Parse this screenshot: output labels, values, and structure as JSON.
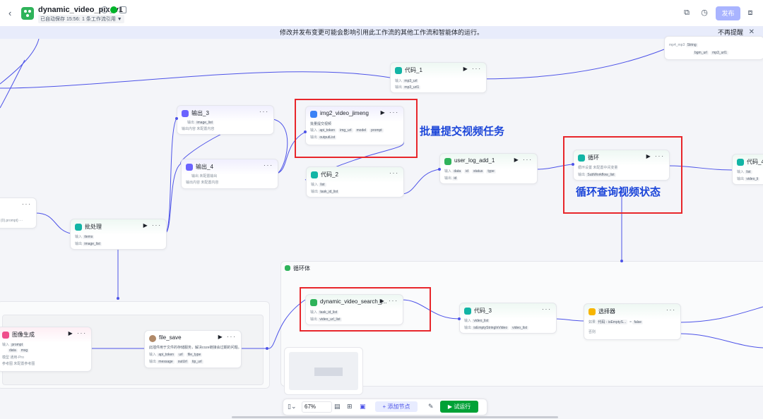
{
  "header": {
    "back_icon": "chevron-left-icon",
    "title": "dynamic_video_pix_v1",
    "saved_text": "已自动保存 15:56:16",
    "ref_text": "1 条工作流引用 ▼",
    "publish_label": "发布"
  },
  "banner": {
    "text": "修改并发布变更可能会影响引用此工作流的其他工作流和智能体的运行。",
    "dismiss": "不再提醒",
    "close": "✕"
  },
  "nodes": {
    "topright": {
      "r1a": "mp4_mp3",
      "r1b": "String",
      "r2a": "bgm_url",
      "r2b": "mp3_url1"
    },
    "code1": {
      "title": "代码_1",
      "in_label": "输入",
      "in1": "mp3_url",
      "out_label": "输出",
      "out1": "mp3_url1"
    },
    "output3": {
      "title": "输出_3",
      "in_label": "输出",
      "in1": "image_list",
      "out_label": "输出内容",
      "out_val": "未配置内容"
    },
    "img2video": {
      "title": "img2_video_jimeng",
      "desc": "批量提交视频",
      "in_label": "输入",
      "in1": "api_token",
      "in2": "img_url",
      "in3": "model",
      "in4": "prompt",
      "out_label": "输出",
      "out1": "outputList"
    },
    "output4": {
      "title": "输出_4",
      "in_label": "输出",
      "in_val": "未配置输出",
      "out_label": "输出内容",
      "out_val": "未配置内容"
    },
    "code2": {
      "title": "代码_2",
      "in_label": "输入",
      "in1": "list",
      "out_label": "输出",
      "out1": "task_id_list"
    },
    "userlog": {
      "title": "user_log_add_1",
      "in_label": "输入",
      "in1": "data",
      "in2": "id",
      "in3": "status",
      "in4": "type",
      "out_label": "输出",
      "out1": "id"
    },
    "loop": {
      "title": "循环",
      "in_label": "循环设置",
      "in_val": "未配置中间变量",
      "out_label": "输出",
      "out1": "SubWorkflow_list"
    },
    "code4": {
      "title": "代码_4",
      "in_label": "输入",
      "in1": "list",
      "out_label": "输出",
      "out1": "video_li"
    },
    "left_partial": {
      "row": "{0}.prompt} ···"
    },
    "batch": {
      "title": "批处理",
      "in_label": "输入",
      "in1": "items",
      "out_label": "输出",
      "out1": "image_list"
    },
    "image_gen": {
      "title": "图像生成",
      "in_label": "输入",
      "in1": "prompt",
      "in2": "data",
      "in3": "msg",
      "model_label": "模型",
      "model_val": "通用-Pro",
      "ref_label": "参考图",
      "ref_val": "未配置参考图"
    },
    "filesave": {
      "title": "file_save",
      "desc": "此插件用于文件的存储服务，解决coze链接会过期的问题。",
      "in_label": "输入",
      "in1": "api_token",
      "in2": "url",
      "in3": "file_type",
      "out_label": "输出",
      "out1": "message",
      "out2": "outUrl",
      "out3": "tip_url"
    },
    "loopbody": {
      "title": "循环体"
    },
    "dvs": {
      "title": "dynamic_video_search_j...",
      "in_label": "输入",
      "in1": "task_id_list",
      "out_label": "输出",
      "out1": "video_url_list"
    },
    "code3": {
      "title": "代码_3",
      "in_label": "输入",
      "in1": "video_list",
      "out_label": "输出",
      "out1": "isEmptyStringInVideo",
      "out2": "video_list"
    },
    "selector": {
      "title": "选择器",
      "if_label": "如果",
      "cond_a": "代码 - isEmptyS...",
      "cond_op": "=",
      "cond_b": "false",
      "else_label": "否则"
    }
  },
  "annotations": {
    "batch_submit": "批量提交视频任务",
    "loop_query": "循环查询视频状态"
  },
  "toolbar": {
    "zoom": "67%",
    "add_node": "+ 添加节点",
    "run": "▶ 试运行"
  },
  "colors": {
    "edge": "#4d53e8",
    "annotation_box": "#e8262b",
    "annotation_text": "#1c46d9",
    "run_button": "#00a136",
    "publish_button": "#a9b4ff"
  }
}
